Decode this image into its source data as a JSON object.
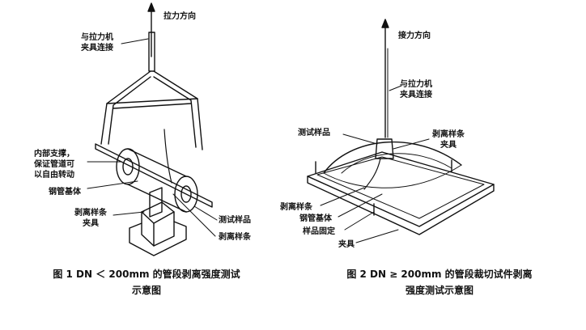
{
  "figure1": {
    "labels": {
      "pull_direction": "拉力方向",
      "connect": "与拉力机\n夹具连接",
      "inner_support": "内部支撑，\n保证管道可\n以自由转动",
      "pipe_base": "钢管基体",
      "clamp": "剥离样条\n夹具",
      "test_sample": "测试样品",
      "strip": "剥离样条"
    },
    "caption_line1": "图 1   DN ＜ 200mm 的管段剥离强度测试",
    "caption_line2": "示意图"
  },
  "figure2": {
    "labels": {
      "pull_direction": "接力方向",
      "connect": "与拉力机\n夹具连接",
      "test_sample": "测试样品",
      "strip_clamp": "剥离样条\n夹具",
      "strip": "剥离样条",
      "pipe_base": "钢管基体",
      "sample_fixed": "样品固定",
      "clamp": "夹具"
    },
    "caption_line1": "图 2   DN ≥ 200mm 的管段裁切试件剥离",
    "caption_line2": "强度测试示意图"
  },
  "colors": {
    "ink": "#111111",
    "background": "#ffffff"
  }
}
